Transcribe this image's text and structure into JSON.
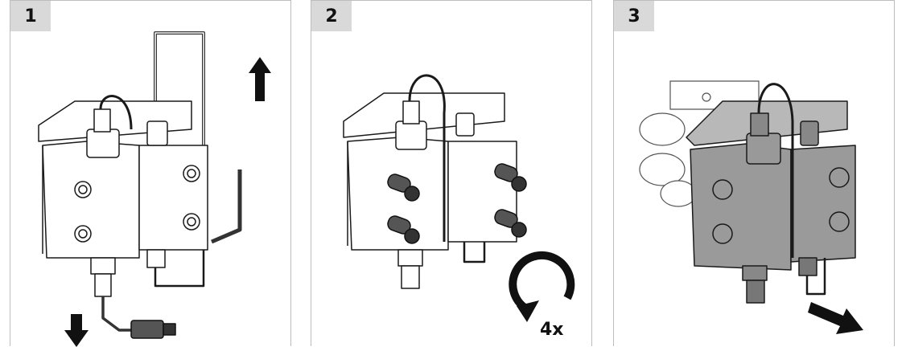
{
  "panels": [
    {
      "step": "1"
    },
    {
      "step": "2",
      "rotation_label": "4x"
    },
    {
      "step": "3"
    }
  ],
  "colors": {
    "badge": "#d9d9d9",
    "border": "#bdbdbd",
    "outline": "#1a1a1a",
    "shaded_block": "#9a9a9a",
    "shaded_block_light": "#b8b8b8"
  },
  "icons": [
    "arrow-up-icon",
    "arrow-down-icon",
    "rotate-counterclockwise-icon",
    "arrow-down-right-icon"
  ]
}
